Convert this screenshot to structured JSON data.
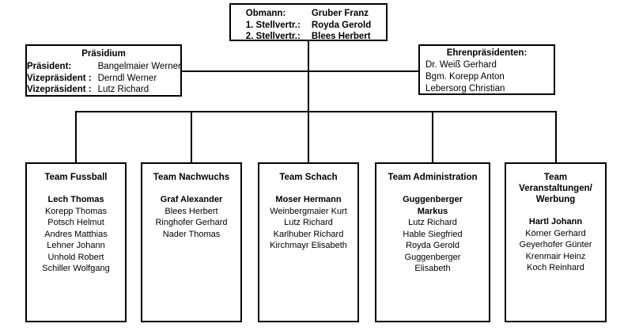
{
  "chart": {
    "type": "org-chart",
    "title": "Vereinsorganigramm",
    "line_color": "#000000",
    "box_border_color": "#000000",
    "background_color": "#ffffff"
  },
  "obmann": {
    "rows": [
      {
        "key": "Obmann:",
        "value": "Gruber Franz"
      },
      {
        "key": "1. Stellvertr.:",
        "value": "Royda Gerold"
      },
      {
        "key": "2. Stellvertr.:",
        "value": "Blees Herbert"
      }
    ]
  },
  "praesidium": {
    "title": "Präsidium",
    "rows": [
      {
        "key": "Präsident:",
        "value": "Bangelmaier Werner"
      },
      {
        "key": "Vizepräsident :",
        "value": "Derndl Werner"
      },
      {
        "key": "Vizepräsident :",
        "value": "Lutz Richard"
      }
    ]
  },
  "ehrenpraesidenten": {
    "title": "Ehrenpräsidenten:",
    "members": [
      "Dr. Weiß Gerhard",
      "Bgm. Korepp Anton",
      "Lebersorg Christian"
    ]
  },
  "teams": [
    {
      "title": "Team Fussball",
      "lead": "Lech Thomas",
      "members": [
        "Korepp Thomas",
        "Potsch Helmut",
        "Andres Matthias",
        "Lehner Johann",
        "Unhold Robert",
        "Schiller Wolfgang"
      ]
    },
    {
      "title": "Team Nachwuchs",
      "lead": "Graf Alexander",
      "members": [
        "Blees Herbert",
        "Ringhofer Gerhard",
        "Nader Thomas"
      ]
    },
    {
      "title": "Team Schach",
      "lead": "Moser Hermann",
      "members": [
        "Weinbergmaier Kurt",
        "Lutz Richard",
        "Karlhuber Richard",
        "Kirchmayr Elisabeth"
      ]
    },
    {
      "title": "Team Administration",
      "lead": "Guggenberger\nMarkus",
      "members": [
        "Lutz Richard",
        "Hable Siegfried",
        "Royda Gerold",
        "Guggenberger",
        "Elisabeth"
      ]
    },
    {
      "title": "Team\nVeranstaltungen/\nWerbung",
      "lead": "Hartl Johann",
      "members": [
        "Körner Gerhard",
        "Geyerhofer Günter",
        "Krenmair Heinz",
        "Koch Reinhard"
      ]
    }
  ]
}
